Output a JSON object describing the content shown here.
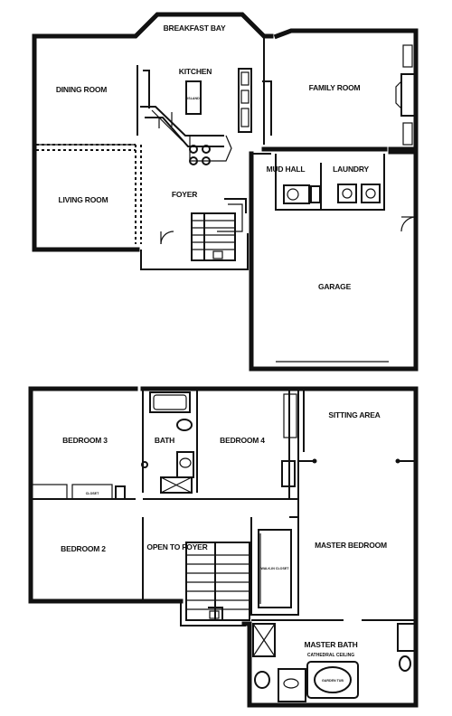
{
  "first_floor": {
    "rooms": {
      "breakfast_bay": "BREAKFAST BAY",
      "kitchen": "KITCHEN",
      "dining_room": "DINING ROOM",
      "family_room": "FAMILY ROOM",
      "living_room": "LIVING ROOM",
      "foyer": "FOYER",
      "mud_hall": "MUD HALL",
      "laundry": "LAUNDRY",
      "garage": "GARAGE"
    },
    "fixtures": {
      "island": "ISLAND"
    }
  },
  "second_floor": {
    "rooms": {
      "bedroom_3": "BEDROOM 3",
      "bath": "BATH",
      "bedroom_4": "BEDROOM 4",
      "sitting_area": "SITTING AREA",
      "bedroom_2": "BEDROOM 2",
      "open_to_foyer": "OPEN TO FOYER",
      "master_bedroom": "MASTER BEDROOM",
      "master_bath": "MASTER BATH",
      "cathedral_ceiling": "CATHEDRAL CEILING"
    },
    "fixtures": {
      "walk_in_closet": "WALK-IN CLOSET",
      "closet": "CLOSET",
      "garden_tub": "GARDEN TUB"
    }
  }
}
